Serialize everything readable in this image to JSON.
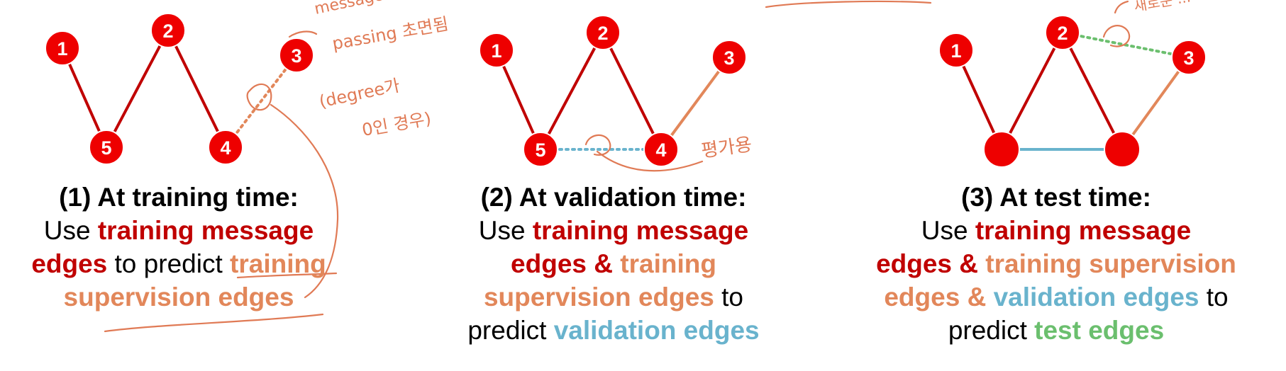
{
  "colors": {
    "message_edge": "#C00000",
    "supervision_edge": "#E2875A",
    "validation_edge": "#69B3CD",
    "test_edge": "#6BBF6E",
    "node_fill": "#EE0000",
    "annotation_ink": "#E07A55"
  },
  "panels": [
    {
      "id": "training",
      "heading": "(1) At training time:",
      "lines": [
        [
          {
            "t": "Use ",
            "c": "black"
          },
          {
            "t": "training message",
            "c": "red"
          }
        ],
        [
          {
            "t": "edges",
            "c": "red"
          },
          {
            "t": " to predict ",
            "c": "black"
          },
          {
            "t": "training",
            "c": "orange"
          }
        ],
        [
          {
            "t": "supervision edges",
            "c": "orange"
          }
        ]
      ],
      "nodes": [
        "1",
        "2",
        "3",
        "4",
        "5"
      ],
      "edges": [
        {
          "from": "1",
          "to": "5",
          "kind": "message"
        },
        {
          "from": "5",
          "to": "2",
          "kind": "message"
        },
        {
          "from": "2",
          "to": "4",
          "kind": "message"
        },
        {
          "from": "4",
          "to": "3",
          "kind": "supervision-dotted"
        }
      ]
    },
    {
      "id": "validation",
      "heading": "(2) At validation time:",
      "lines": [
        [
          {
            "t": "Use ",
            "c": "black"
          },
          {
            "t": "training message",
            "c": "red"
          }
        ],
        [
          {
            "t": "edges & ",
            "c": "red"
          },
          {
            "t": "training",
            "c": "orange"
          }
        ],
        [
          {
            "t": "supervision edges",
            "c": "orange"
          },
          {
            "t": " to",
            "c": "black"
          }
        ],
        [
          {
            "t": "predict ",
            "c": "black"
          },
          {
            "t": "validation edges",
            "c": "blue"
          }
        ]
      ],
      "nodes": [
        "1",
        "2",
        "3",
        "4",
        "5"
      ],
      "edges": [
        {
          "from": "1",
          "to": "5",
          "kind": "message"
        },
        {
          "from": "5",
          "to": "2",
          "kind": "message"
        },
        {
          "from": "2",
          "to": "4",
          "kind": "message"
        },
        {
          "from": "4",
          "to": "3",
          "kind": "supervision"
        },
        {
          "from": "5",
          "to": "4",
          "kind": "validation-dotted"
        }
      ]
    },
    {
      "id": "test",
      "heading": "(3) At test time:",
      "lines": [
        [
          {
            "t": "Use ",
            "c": "black"
          },
          {
            "t": "training message",
            "c": "red"
          }
        ],
        [
          {
            "t": "edges & ",
            "c": "red"
          },
          {
            "t": "training supervision",
            "c": "orange"
          }
        ],
        [
          {
            "t": "edges & ",
            "c": "orange"
          },
          {
            "t": "validation edges",
            "c": "blue"
          },
          {
            "t": " to",
            "c": "black"
          }
        ],
        [
          {
            "t": "predict ",
            "c": "black"
          },
          {
            "t": "test edges",
            "c": "green"
          }
        ]
      ],
      "nodes": [
        "1",
        "2",
        "3",
        "",
        ""
      ],
      "edges": [
        {
          "from": "1",
          "to": "5",
          "kind": "message"
        },
        {
          "from": "5",
          "to": "2",
          "kind": "message"
        },
        {
          "from": "2",
          "to": "4",
          "kind": "message"
        },
        {
          "from": "4",
          "to": "3",
          "kind": "supervision"
        },
        {
          "from": "5",
          "to": "4",
          "kind": "validation"
        },
        {
          "from": "2",
          "to": "3",
          "kind": "test-dotted"
        }
      ]
    }
  ],
  "handwriting": {
    "note1": [
      "message",
      "passing 초면됨"
    ],
    "note2": [
      "(degree가",
      "0인 경우)"
    ],
    "note3": "평가용",
    "note4": "새로운 ..."
  }
}
